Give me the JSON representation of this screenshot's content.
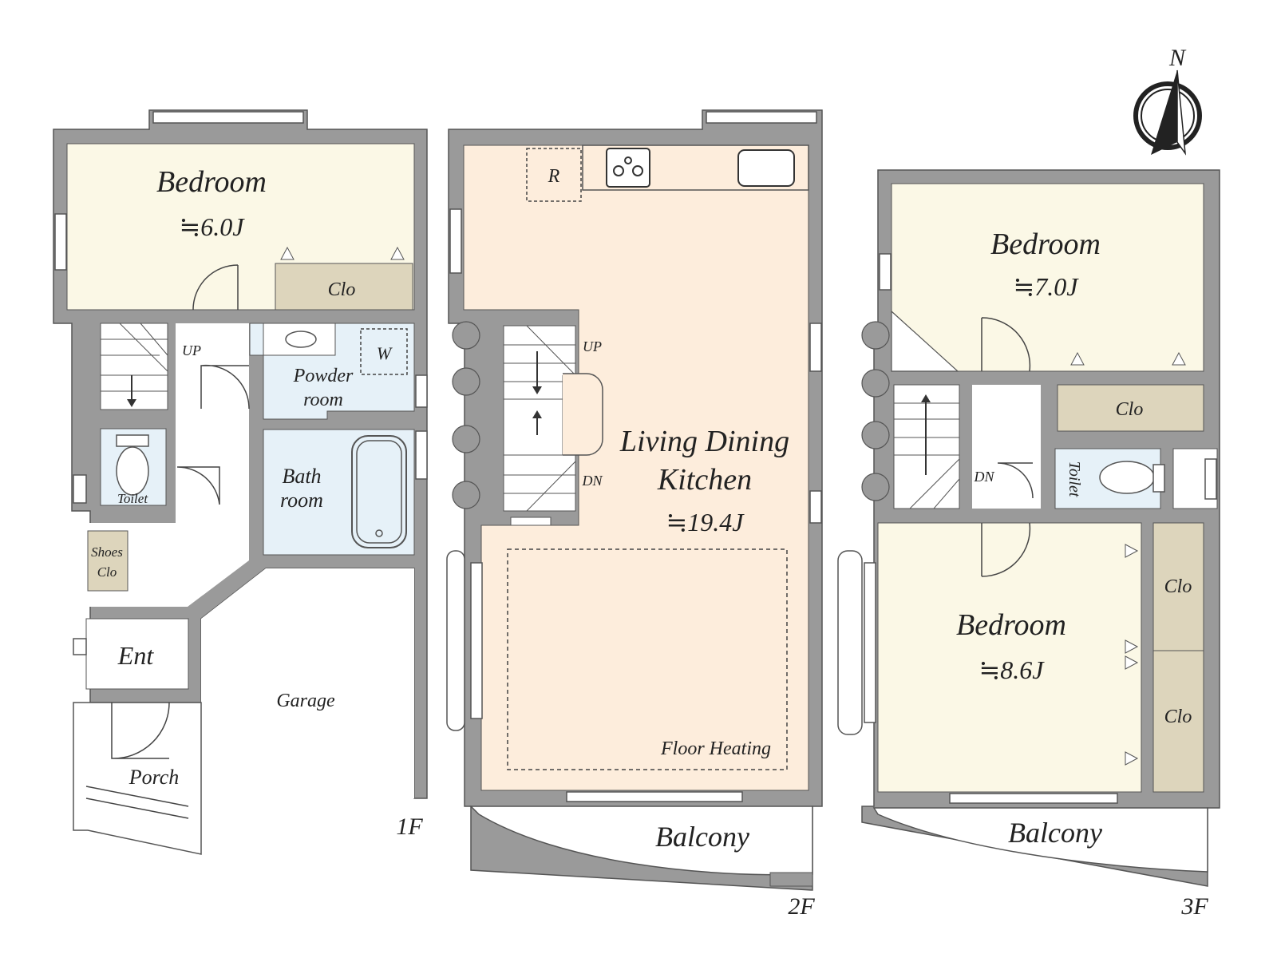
{
  "floors": {
    "f1": {
      "label": "1F",
      "bedroom": {
        "name": "Bedroom",
        "size": "≒6.0J"
      },
      "closet": "Clo",
      "stairs_up": "UP",
      "powder_room": {
        "line1": "Powder",
        "line2": "room"
      },
      "washer": "W",
      "bath_room": {
        "line1": "Bath",
        "line2": "room"
      },
      "toilet": "Toilet",
      "shoes_closet": {
        "line1": "Shoes",
        "line2": "Clo"
      },
      "entrance": "Ent",
      "porch": "Porch",
      "garage": "Garage"
    },
    "f2": {
      "label": "2F",
      "refrigerator": "R",
      "stairs_up": "UP",
      "stairs_down": "DN",
      "ldk": {
        "line1": "Living Dining",
        "line2": "Kitchen",
        "size": "≒19.4J"
      },
      "floor_heating": "Floor Heating",
      "balcony": "Balcony"
    },
    "f3": {
      "label": "3F",
      "bedroom_north": {
        "name": "Bedroom",
        "size": "≒7.0J"
      },
      "closet_north": "Clo",
      "stairs_down": "DN",
      "toilet": "Toilet",
      "bedroom_south": {
        "name": "Bedroom",
        "size": "≒8.6J"
      },
      "closet_east_1": "Clo",
      "closet_east_2": "Clo",
      "balcony": "Balcony"
    }
  },
  "compass": {
    "north": "N"
  },
  "colors": {
    "bedroom": "#FBF8E6",
    "ldk": "#FDEDDC",
    "wet_area": "#E6F1F8",
    "closet": "#DDD5BC",
    "wall": "#9A9A9A"
  }
}
